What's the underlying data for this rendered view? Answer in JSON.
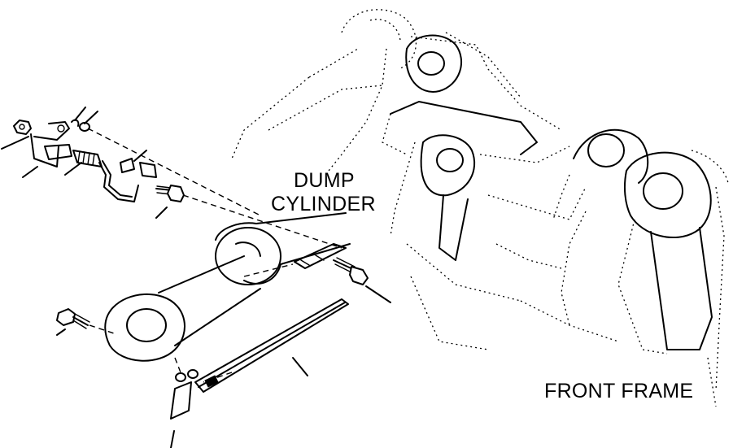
{
  "labels": {
    "dump_line1": "DUMP",
    "dump_line2": "CYLINDER",
    "front_frame": "FRONT FRAME"
  },
  "colors": {
    "ink": "#000000",
    "paper": "#ffffff"
  }
}
